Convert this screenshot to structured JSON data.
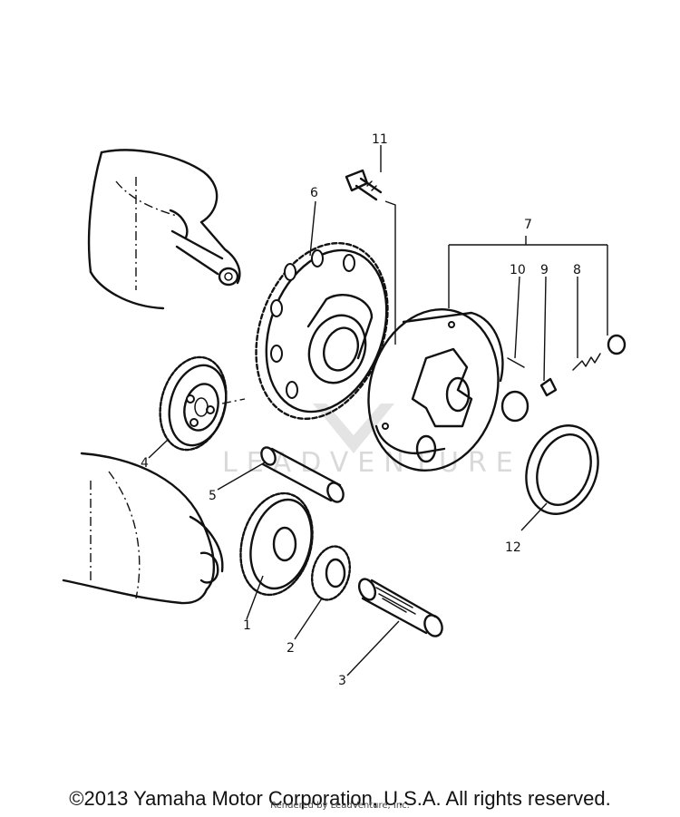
{
  "diagram": {
    "part_labels": [
      "1",
      "2",
      "3",
      "4",
      "5",
      "6",
      "7",
      "8",
      "9",
      "10",
      "11",
      "12"
    ],
    "watermark_text": "LEADVENTURE",
    "ink_color": "#111111",
    "background_color": "#ffffff"
  },
  "footer": {
    "copyright": "©2013 Yamaha Motor Corporation, U.S.A. All rights reserved.",
    "rendered_by": "Rendered by LeadVenture, Inc."
  }
}
